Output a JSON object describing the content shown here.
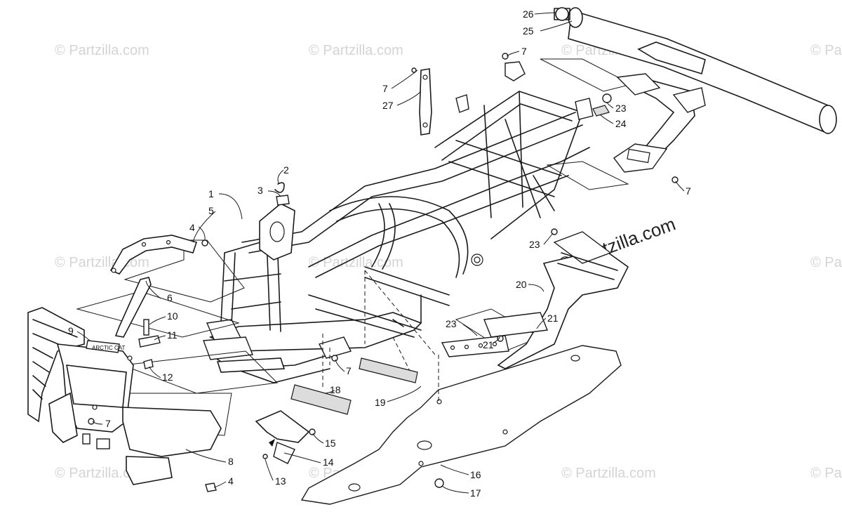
{
  "watermark": {
    "text": "© Partzilla.com",
    "center_text": "© Partzilla.com"
  },
  "callouts": [
    {
      "id": "c1",
      "label": "1"
    },
    {
      "id": "c2",
      "label": "2"
    },
    {
      "id": "c3",
      "label": "3"
    },
    {
      "id": "c4a",
      "label": "4"
    },
    {
      "id": "c4b",
      "label": "4"
    },
    {
      "id": "c5",
      "label": "5"
    },
    {
      "id": "c6",
      "label": "6"
    },
    {
      "id": "c7a",
      "label": "7"
    },
    {
      "id": "c7b",
      "label": "7"
    },
    {
      "id": "c7c",
      "label": "7"
    },
    {
      "id": "c7d",
      "label": "7"
    },
    {
      "id": "c7e",
      "label": "7"
    },
    {
      "id": "c8",
      "label": "8"
    },
    {
      "id": "c9",
      "label": "9"
    },
    {
      "id": "c10",
      "label": "10"
    },
    {
      "id": "c11",
      "label": "11"
    },
    {
      "id": "c12",
      "label": "12"
    },
    {
      "id": "c13",
      "label": "13"
    },
    {
      "id": "c14",
      "label": "14"
    },
    {
      "id": "c15",
      "label": "15"
    },
    {
      "id": "c16",
      "label": "16"
    },
    {
      "id": "c17",
      "label": "17"
    },
    {
      "id": "c18",
      "label": "18"
    },
    {
      "id": "c19",
      "label": "19"
    },
    {
      "id": "c20",
      "label": "20"
    },
    {
      "id": "c21a",
      "label": "21"
    },
    {
      "id": "c21b",
      "label": "21"
    },
    {
      "id": "c23a",
      "label": "23"
    },
    {
      "id": "c23b",
      "label": "23"
    },
    {
      "id": "c23c",
      "label": "23"
    },
    {
      "id": "c24",
      "label": "24"
    },
    {
      "id": "c25",
      "label": "25"
    },
    {
      "id": "c26",
      "label": "26"
    },
    {
      "id": "c27",
      "label": "27"
    }
  ],
  "bumper_logo": "ARCTIC CAT"
}
